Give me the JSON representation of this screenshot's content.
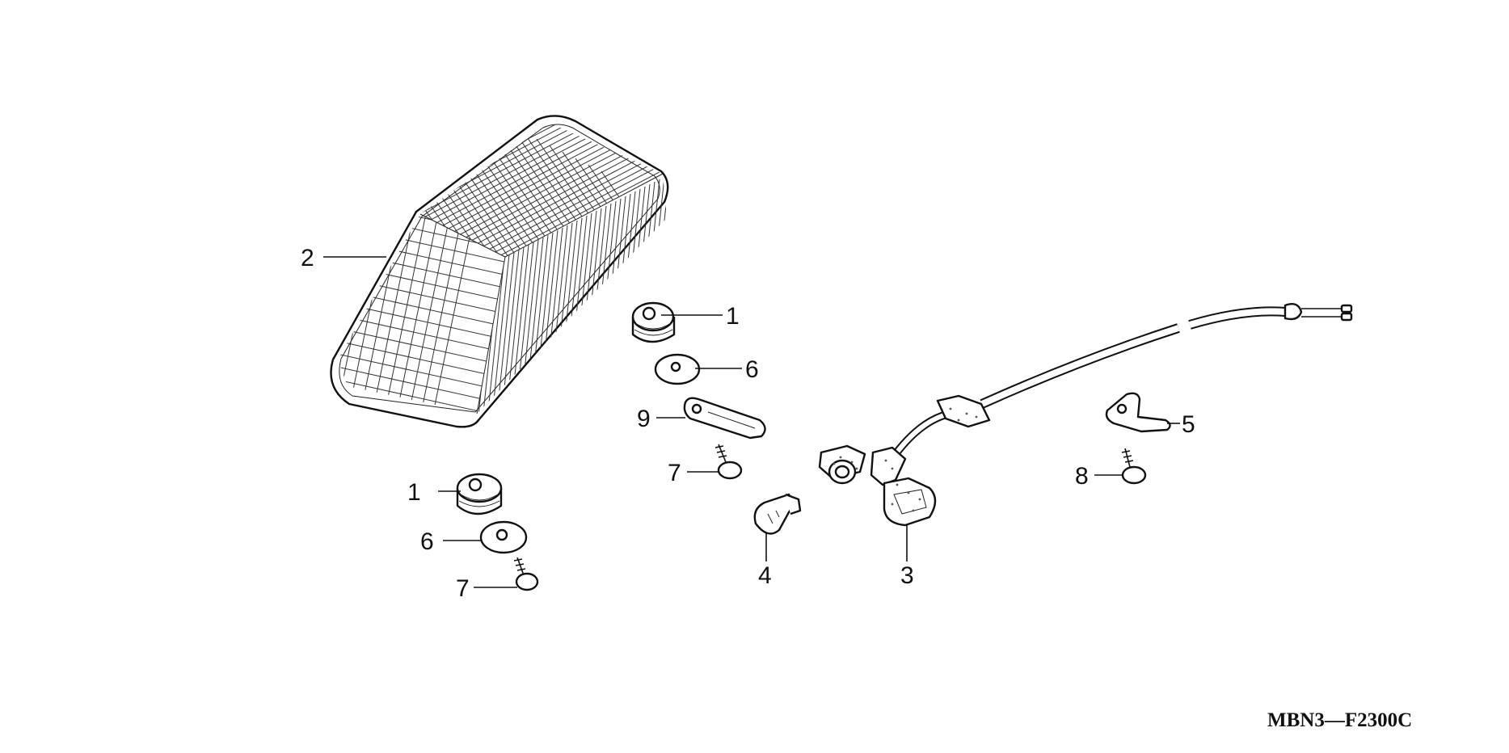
{
  "diagram": {
    "drawing_code": "MBN3—F2300C",
    "callouts": [
      {
        "id": "c-2",
        "label": "2"
      },
      {
        "id": "c-1a",
        "label": "1"
      },
      {
        "id": "c-6a",
        "label": "6"
      },
      {
        "id": "c-7a",
        "label": "7"
      },
      {
        "id": "c-1b",
        "label": "1"
      },
      {
        "id": "c-6b",
        "label": "6"
      },
      {
        "id": "c-9",
        "label": "9"
      },
      {
        "id": "c-7b",
        "label": "7"
      },
      {
        "id": "c-4",
        "label": "4"
      },
      {
        "id": "c-3",
        "label": "3"
      },
      {
        "id": "c-5",
        "label": "5"
      },
      {
        "id": "c-8",
        "label": "8"
      }
    ]
  }
}
